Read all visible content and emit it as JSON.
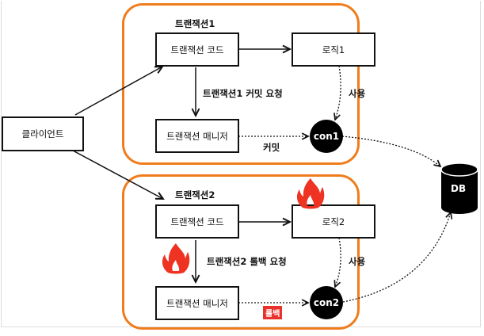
{
  "client": {
    "label": "클라이언트"
  },
  "transaction1": {
    "title": "트랜잭션1",
    "code_box": "트랜잭션 코드",
    "logic_box": "로직1",
    "manager_box": "트랜잭션 매니저",
    "request_label": "트랜잭션1 커밋 요청",
    "use_label": "사용",
    "action_label": "커밋",
    "connection": "con1"
  },
  "transaction2": {
    "title": "트랜잭션2",
    "code_box": "트랜잭션 코드",
    "logic_box": "로직2",
    "manager_box": "트랜잭션 매니저",
    "request_label": "트랜잭션2 롤백 요청",
    "use_label": "사용",
    "action_label": "롤백",
    "connection": "con2"
  },
  "database": {
    "label": "DB"
  },
  "colors": {
    "group_border": "#f07c1c",
    "flame": "#ee3322",
    "rollback_badge": "#e8322b"
  }
}
